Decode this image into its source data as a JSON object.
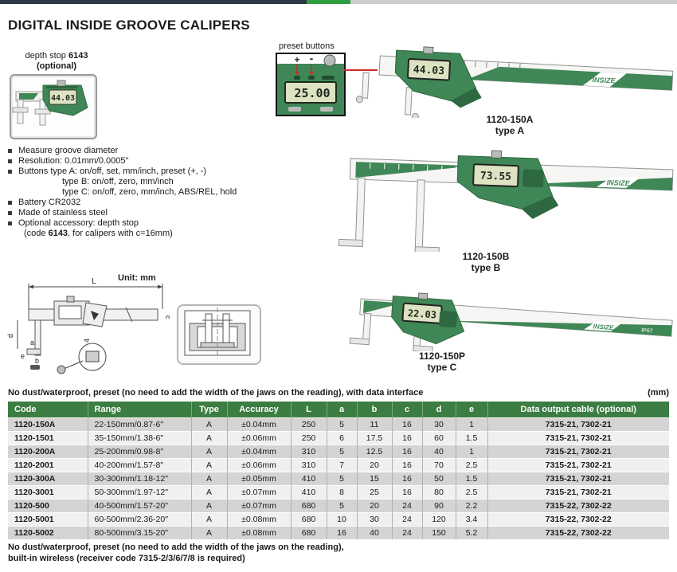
{
  "page": {
    "title": "DIGITAL INSIDE GROOVE CALIPERS"
  },
  "brand": "INSIZE",
  "ip_rating": "IP67",
  "depth_stop": {
    "pre": "depth stop ",
    "bold": "6143",
    "line2": "(optional)",
    "display": "44.03"
  },
  "preset": {
    "label": "preset buttons",
    "plus": "+",
    "minus": "-",
    "display": "25.00"
  },
  "products": [
    {
      "code": "1120-150A",
      "type": "type A",
      "display": "44.03"
    },
    {
      "code": "1120-150B",
      "type": "type B",
      "display": "73.55"
    },
    {
      "code": "1120-150P",
      "type": "type C",
      "display": "22.03"
    }
  ],
  "features": [
    {
      "text": "Measure groove diameter"
    },
    {
      "text": "Resolution: 0.01mm/0.0005\""
    },
    {
      "text": "Buttons type A: on/off, set, mm/inch, preset (+, -)",
      "sub": [
        "type B: on/off, zero, mm/inch",
        "type C: on/off, zero, mm/inch, ABS/REL, hold"
      ]
    },
    {
      "text": "Battery CR2032"
    },
    {
      "text": "Made of stainless steel"
    },
    {
      "text": "Optional accessory: depth stop",
      "cont": {
        "pre": "(code ",
        "bold": "6143",
        "post": ", for calipers with c=16mm)"
      }
    }
  ],
  "diagram": {
    "unit": "Unit: mm",
    "L": "L",
    "a": "a",
    "b": "b",
    "c": "c",
    "d": "d",
    "e": "e",
    "detail": "4"
  },
  "table": {
    "intro": "No dust/waterproof, preset (no need to add the width of the jaws on the reading), with data interface",
    "unit": "(mm)",
    "headers": [
      "Code",
      "Range",
      "Type",
      "Accuracy",
      "L",
      "a",
      "b",
      "c",
      "d",
      "e",
      "Data output cable (optional)"
    ],
    "rows": [
      [
        "1120-150A",
        "22-150mm/0.87-6\"",
        "A",
        "±0.04mm",
        "250",
        "5",
        "11",
        "16",
        "30",
        "1",
        "7315-21, 7302-21"
      ],
      [
        "1120-1501",
        "35-150mm/1.38-6\"",
        "A",
        "±0.06mm",
        "250",
        "6",
        "17.5",
        "16",
        "60",
        "1.5",
        "7315-21, 7302-21"
      ],
      [
        "1120-200A",
        "25-200mm/0.98-8\"",
        "A",
        "±0.04mm",
        "310",
        "5",
        "12.5",
        "16",
        "40",
        "1",
        "7315-21, 7302-21"
      ],
      [
        "1120-2001",
        "40-200mm/1.57-8\"",
        "A",
        "±0.06mm",
        "310",
        "7",
        "20",
        "16",
        "70",
        "2.5",
        "7315-21, 7302-21"
      ],
      [
        "1120-300A",
        "30-300mm/1.18-12\"",
        "A",
        "±0.05mm",
        "410",
        "5",
        "15",
        "16",
        "50",
        "1.5",
        "7315-21, 7302-21"
      ],
      [
        "1120-3001",
        "50-300mm/1.97-12\"",
        "A",
        "±0.07mm",
        "410",
        "8",
        "25",
        "16",
        "80",
        "2.5",
        "7315-21, 7302-21"
      ],
      [
        "1120-500",
        "40-500mm/1.57-20\"",
        "A",
        "±0.07mm",
        "680",
        "5",
        "20",
        "24",
        "90",
        "2.2",
        "7315-22, 7302-22"
      ],
      [
        "1120-5001",
        "60-500mm/2.36-20\"",
        "A",
        "±0.08mm",
        "680",
        "10",
        "30",
        "24",
        "120",
        "3.4",
        "7315-22, 7302-22"
      ],
      [
        "1120-5002",
        "80-500mm/3.15-20\"",
        "A",
        "±0.08mm",
        "680",
        "16",
        "40",
        "24",
        "150",
        "5.2",
        "7315-22, 7302-22"
      ]
    ]
  },
  "footer": {
    "line1": "No dust/waterproof, preset (no need to add the width of the jaws on the reading),",
    "line2": "built-in wireless (receiver code 7315-2/3/6/7/8 is required)"
  },
  "colors": {
    "header_green": "#3b7d42",
    "caliper_green": "#3f8756",
    "accent_red": "#cf2b24",
    "lcd": "#dde3c2"
  }
}
